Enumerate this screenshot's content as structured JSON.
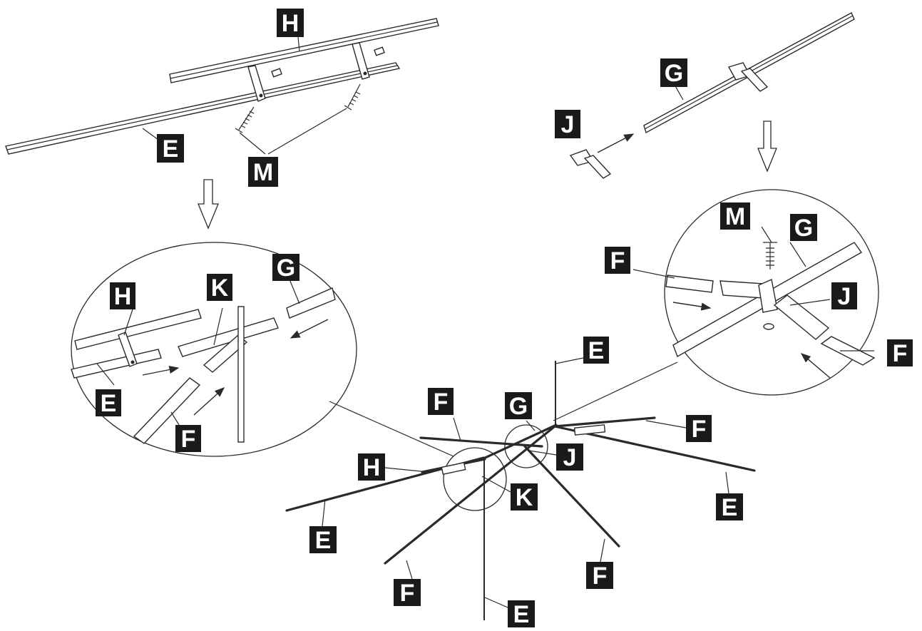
{
  "labels": {
    "H": "H",
    "E": "E",
    "M": "M",
    "G": "G",
    "J": "J",
    "K": "K",
    "F": "F"
  },
  "colors": {
    "label_background": "#1a1a1a",
    "label_text": "#ffffff",
    "line": "#2a2a2a",
    "background": "#ffffff"
  }
}
